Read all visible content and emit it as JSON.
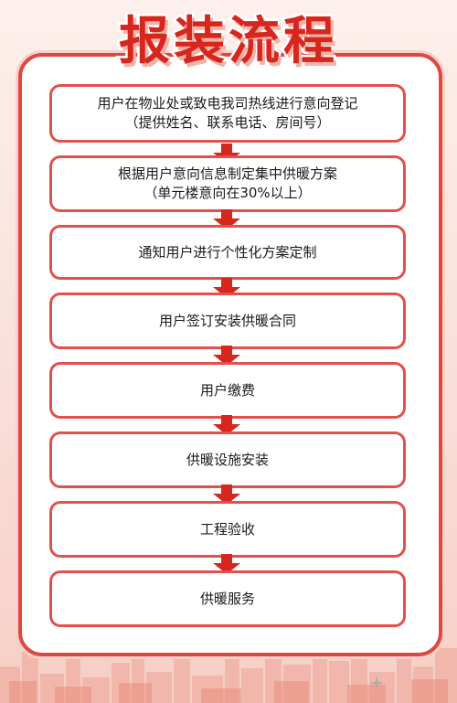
{
  "poster": {
    "title": "报装流程"
  },
  "steps": [
    {
      "line1": "用户在物业处或致电我司热线进行意向登记",
      "line2": "（提供姓名、联系电话、房间号）"
    },
    {
      "line1": "根据用户意向信息制定集中供暖方案",
      "line2": "（单元楼意向在30%以上）"
    },
    {
      "line1": "通知用户进行个性化方案定制",
      "line2": ""
    },
    {
      "line1": "用户签订安装供暖合同",
      "line2": ""
    },
    {
      "line1": "用户缴费",
      "line2": ""
    },
    {
      "line1": "供暖设施安装",
      "line2": ""
    },
    {
      "line1": "工程验收",
      "line2": ""
    },
    {
      "line1": "供暖服务",
      "line2": ""
    }
  ],
  "colors": {
    "accent": "#d7261e",
    "border": "#e3504a",
    "background": "#fbe7e2"
  },
  "icons": {
    "arrow": "down-arrow-icon",
    "watermark": "sparkle-icon"
  }
}
